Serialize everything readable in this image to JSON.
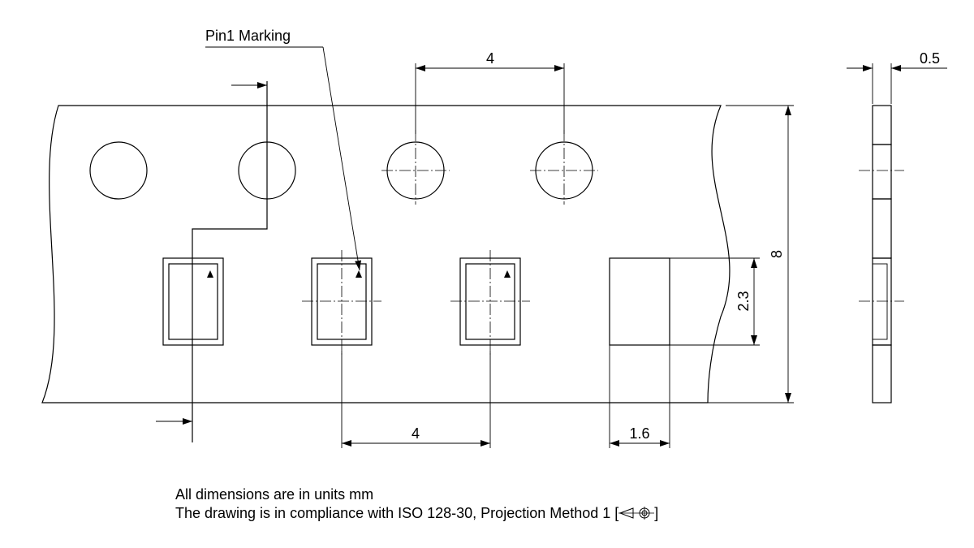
{
  "labels": {
    "pin1_marking": "Pin1 Marking",
    "pitch_holes": "4",
    "pitch_pockets": "4",
    "tape_width": "8",
    "pocket_length": "2.3",
    "pocket_width": "1.6",
    "tape_thickness": "0.5"
  },
  "notes": {
    "units": "All dimensions are in units mm",
    "compliance_prefix": "The drawing is in compliance with ISO 128-30, Projection Method 1 [",
    "compliance_suffix": "]"
  },
  "icons": {
    "projection_symbol": "first-angle-projection-icon",
    "pin1_marker": "triangle-icon"
  },
  "colors": {
    "line": "#000000",
    "background": "#ffffff"
  }
}
